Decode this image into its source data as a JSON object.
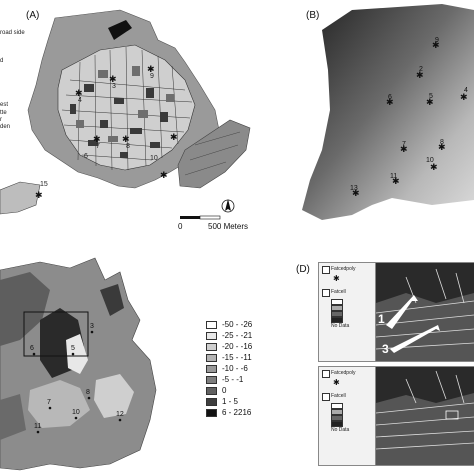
{
  "panels": {
    "a": {
      "label": "(A)"
    },
    "b": {
      "label": "(B)"
    },
    "c": {
      "label": ""
    },
    "d": {
      "label": "(D)"
    }
  },
  "panel_a_side_text": [
    "road side",
    "d",
    "est",
    "tte",
    "r",
    "den"
  ],
  "scale_bar": {
    "start": "0",
    "end": "500 Meters"
  },
  "panel_b_markers": [
    "2",
    "9",
    "5",
    "4",
    "7",
    "8",
    "10",
    "11",
    "13",
    "6"
  ],
  "panel_c_markers": [
    "3",
    "6",
    "5",
    "7",
    "8",
    "10",
    "12",
    "11"
  ],
  "legend": [
    {
      "label": "-50 - -26",
      "color": "#ffffff"
    },
    {
      "label": "-25 - -21",
      "color": "#e8e8e8"
    },
    {
      "label": "-20 - -16",
      "color": "#cfcfcf"
    },
    {
      "label": "-15 - -11",
      "color": "#b4b4b4"
    },
    {
      "label": "-10 - -6",
      "color": "#9a9a9a"
    },
    {
      "label": "-5 - -1",
      "color": "#7e7e7e"
    },
    {
      "label": "0",
      "color": "#616161"
    },
    {
      "label": "1 - 5",
      "color": "#3f3f3f"
    },
    {
      "label": "6 - 2216",
      "color": "#111111"
    }
  ],
  "panel_d": {
    "layer1": "Fatcedpoly",
    "layer2": "Fatcell",
    "arrow_labels": [
      "1",
      "3"
    ],
    "nodata": "No Data"
  },
  "colors": {
    "page_bg": "#ffffff",
    "map_gray": "#8a8a8a",
    "dark": "#1a1a1a"
  }
}
